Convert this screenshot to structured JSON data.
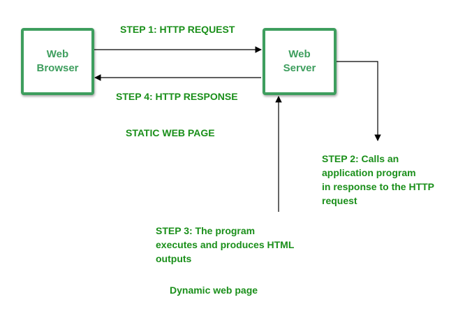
{
  "colors": {
    "box_border": "#3e9e5e",
    "box_text": "#3e9e5e",
    "label_text": "#1a8f1a",
    "arrow": "#000000"
  },
  "nodes": {
    "browser": {
      "line1": "Web",
      "line2": "Browser"
    },
    "server": {
      "line1": "Web",
      "line2": "Server"
    }
  },
  "labels": {
    "step1": "STEP 1:  HTTP REQUEST",
    "step4": "STEP 4:  HTTP RESPONSE",
    "static_page": "STATIC WEB PAGE",
    "step2": [
      "STEP 2: Calls an",
      "application program",
      "in response to the HTTP",
      "request"
    ],
    "step3": [
      "STEP 3: The program",
      "executes and produces HTML",
      "outputs"
    ],
    "dynamic_page": "Dynamic web page"
  }
}
